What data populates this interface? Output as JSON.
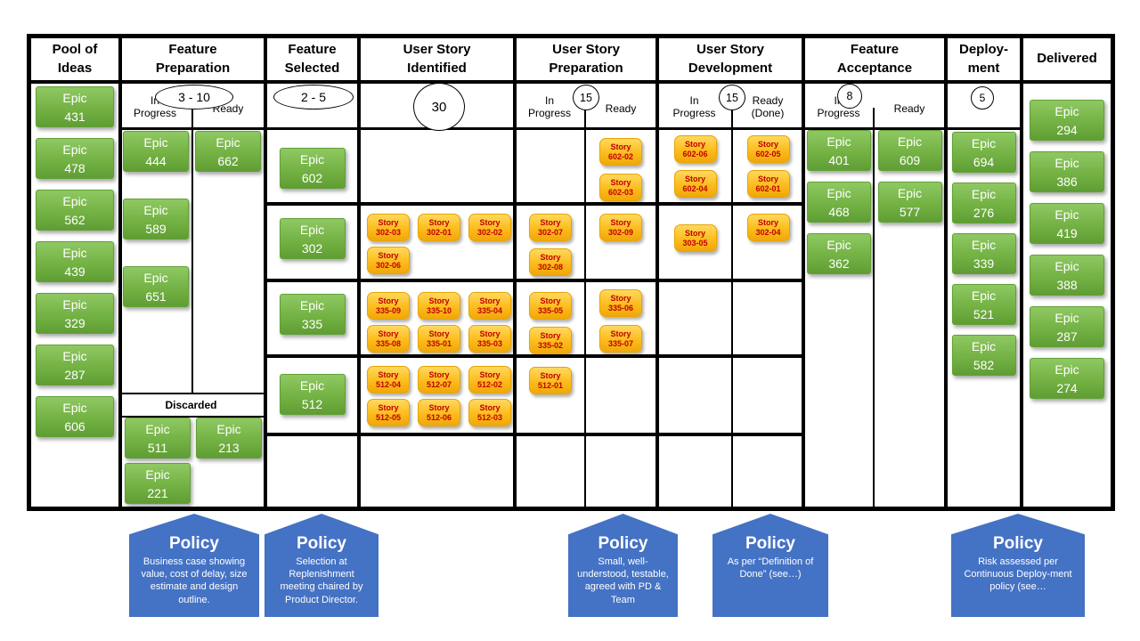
{
  "card_labels": {
    "epic": "Epic",
    "story": "Story"
  },
  "columns": [
    {
      "label": "Pool of Ideas"
    },
    {
      "label": "Feature Preparation",
      "wip": "3 - 10"
    },
    {
      "label": "Feature Selected",
      "wip": "2 - 5"
    },
    {
      "label": "User Story Identified",
      "wip": "30"
    },
    {
      "label": "User Story Preparation",
      "wip": "15"
    },
    {
      "label": "User Story Development",
      "wip": "15"
    },
    {
      "label": "Feature Acceptance",
      "wip": "8"
    },
    {
      "label": "Deploy-ment",
      "wip": "5"
    },
    {
      "label": "Delivered"
    }
  ],
  "sublabels": {
    "in_progress": "In Progress",
    "ready": "Ready",
    "ready_done": "Ready (Done)",
    "discarded": "Discarded"
  },
  "pool": {
    "epics": [
      "431",
      "478",
      "562",
      "439",
      "329",
      "287",
      "606"
    ]
  },
  "feature_preparation": {
    "in_progress": [
      "444",
      "589",
      "651"
    ],
    "ready": [
      "662"
    ],
    "discarded": [
      "511",
      "213",
      "221"
    ]
  },
  "swimlanes": [
    {
      "selected": [
        "602"
      ],
      "identified": [],
      "prep_in_progress": [],
      "prep_ready": [
        "602-02",
        "602-03"
      ],
      "dev_in_progress": [
        "602-06",
        "602-04"
      ],
      "dev_ready": [
        "602-05",
        "602-01"
      ]
    },
    {
      "selected": [
        "302"
      ],
      "identified": [
        "302-03",
        "302-01",
        "302-02",
        "302-06"
      ],
      "prep_in_progress": [
        "302-07",
        "302-08"
      ],
      "prep_ready": [
        "302-09"
      ],
      "dev_in_progress": [
        "303-05"
      ],
      "dev_ready": [
        "302-04"
      ]
    },
    {
      "selected": [
        "335"
      ],
      "identified": [
        "335-09",
        "335-10",
        "335-04",
        "335-08",
        "335-01",
        "335-03"
      ],
      "prep_in_progress": [
        "335-05",
        "335-02"
      ],
      "prep_ready": [
        "335-06",
        "335-07"
      ],
      "dev_in_progress": [],
      "dev_ready": []
    },
    {
      "selected": [
        "512"
      ],
      "identified": [
        "512-04",
        "512-07",
        "512-02",
        "512-05",
        "512-06",
        "512-03"
      ],
      "prep_in_progress": [
        "512-01"
      ],
      "prep_ready": [],
      "dev_in_progress": [],
      "dev_ready": []
    },
    {
      "selected": [],
      "identified": [],
      "prep_in_progress": [],
      "prep_ready": [],
      "dev_in_progress": [],
      "dev_ready": []
    }
  ],
  "feature_acceptance": {
    "in_progress": [
      "401",
      "468",
      "362"
    ],
    "ready": [
      "609",
      "577"
    ]
  },
  "deployment": {
    "epics": [
      "694",
      "276",
      "339",
      "521",
      "582"
    ]
  },
  "delivered": {
    "epics": [
      "294",
      "386",
      "419",
      "388",
      "287",
      "274"
    ]
  },
  "policies": [
    {
      "title": "Policy",
      "body": "Business case showing value, cost of delay, size estimate and design outline."
    },
    {
      "title": "Policy",
      "body": "Selection at Replenishment meeting chaired by Product Director."
    },
    {
      "title": "Policy",
      "body": "Small, well-understood, testable, agreed with PD & Team"
    },
    {
      "title": "Policy",
      "body": "As per “Definition of Done” (see…)"
    },
    {
      "title": "Policy",
      "body": "Risk assessed per Continuous Deploy-ment policy (see…"
    }
  ],
  "colors": {
    "epic_green": "#70AD47",
    "story_yellow": "#FFC000",
    "story_text": "#C00000",
    "policy_blue": "#4472C4",
    "line_black": "#000000"
  }
}
